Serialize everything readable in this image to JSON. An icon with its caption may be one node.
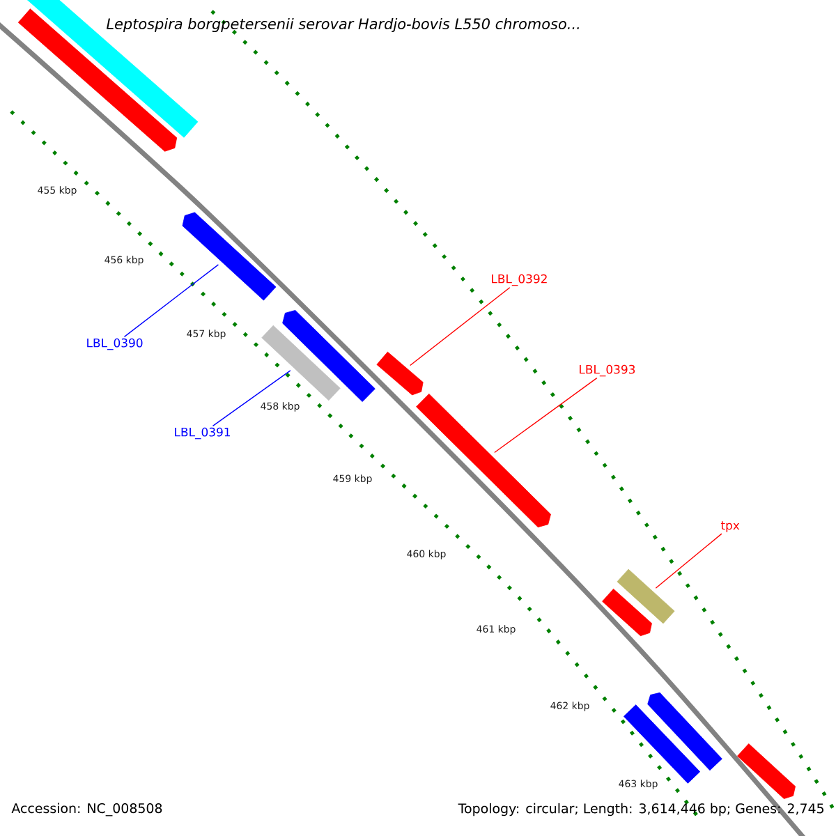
{
  "diagram": {
    "title": "Leptospira borgpetersenii serovar Hardjo-bovis L550 chromoso...",
    "nodes": [
      {
        "text": [],
        "shape": "bar"
      },
      {
        "text": [],
        "shape": "bar"
      },
      {
        "text": [],
        "shape": "bar"
      },
      {
        "text": [
          "LBL_0392"
        ]
      },
      {
        "text": [],
        "shape": "bar"
      },
      {
        "text": [],
        "shape": "bar"
      },
      {
        "text": [
          "LBL_0390"
        ]
      },
      {
        "text": [],
        "shape": "bar"
      },
      {
        "text": [
          "LBL_0393"
        ]
      },
      {
        "text": [],
        "shape": "bar"
      },
      {
        "text": [
          "LBL_0391"
        ]
      },
      {
        "text": [
          "tpx"
        ]
      },
      {
        "text": [],
        "shape": "bar"
      },
      {
        "text": [],
        "shape": "bar"
      },
      {
        "text": [],
        "shape": "bar"
      },
      {
        "text": [],
        "shape": "bar"
      },
      {
        "text": [],
        "shape": "bar"
      }
    ],
    "edges": [
      {
        "from": 6,
        "to": 2,
        "arrow": "none",
        "color": "#0000ff"
      },
      {
        "from": 10,
        "to": 5,
        "arrow": "none",
        "color": "#0000ff"
      },
      {
        "from": 3,
        "to": 7,
        "arrow": "none"
      },
      {
        "from": 8,
        "to": 9,
        "arrow": "none"
      },
      {
        "from": 11,
        "to": 12,
        "arrow": "none"
      }
    ],
    "labels": [
      "455 kbp",
      "456 kbp",
      "457 kbp",
      "458 kbp",
      "459 kbp",
      "460 kbp",
      "461 kbp",
      "462 kbp",
      "463 kbp",
      "Accession: NC_008508",
      "Topology: circular; Length: 3,614,446 bp; Genes: 2,745"
    ]
  }
}
